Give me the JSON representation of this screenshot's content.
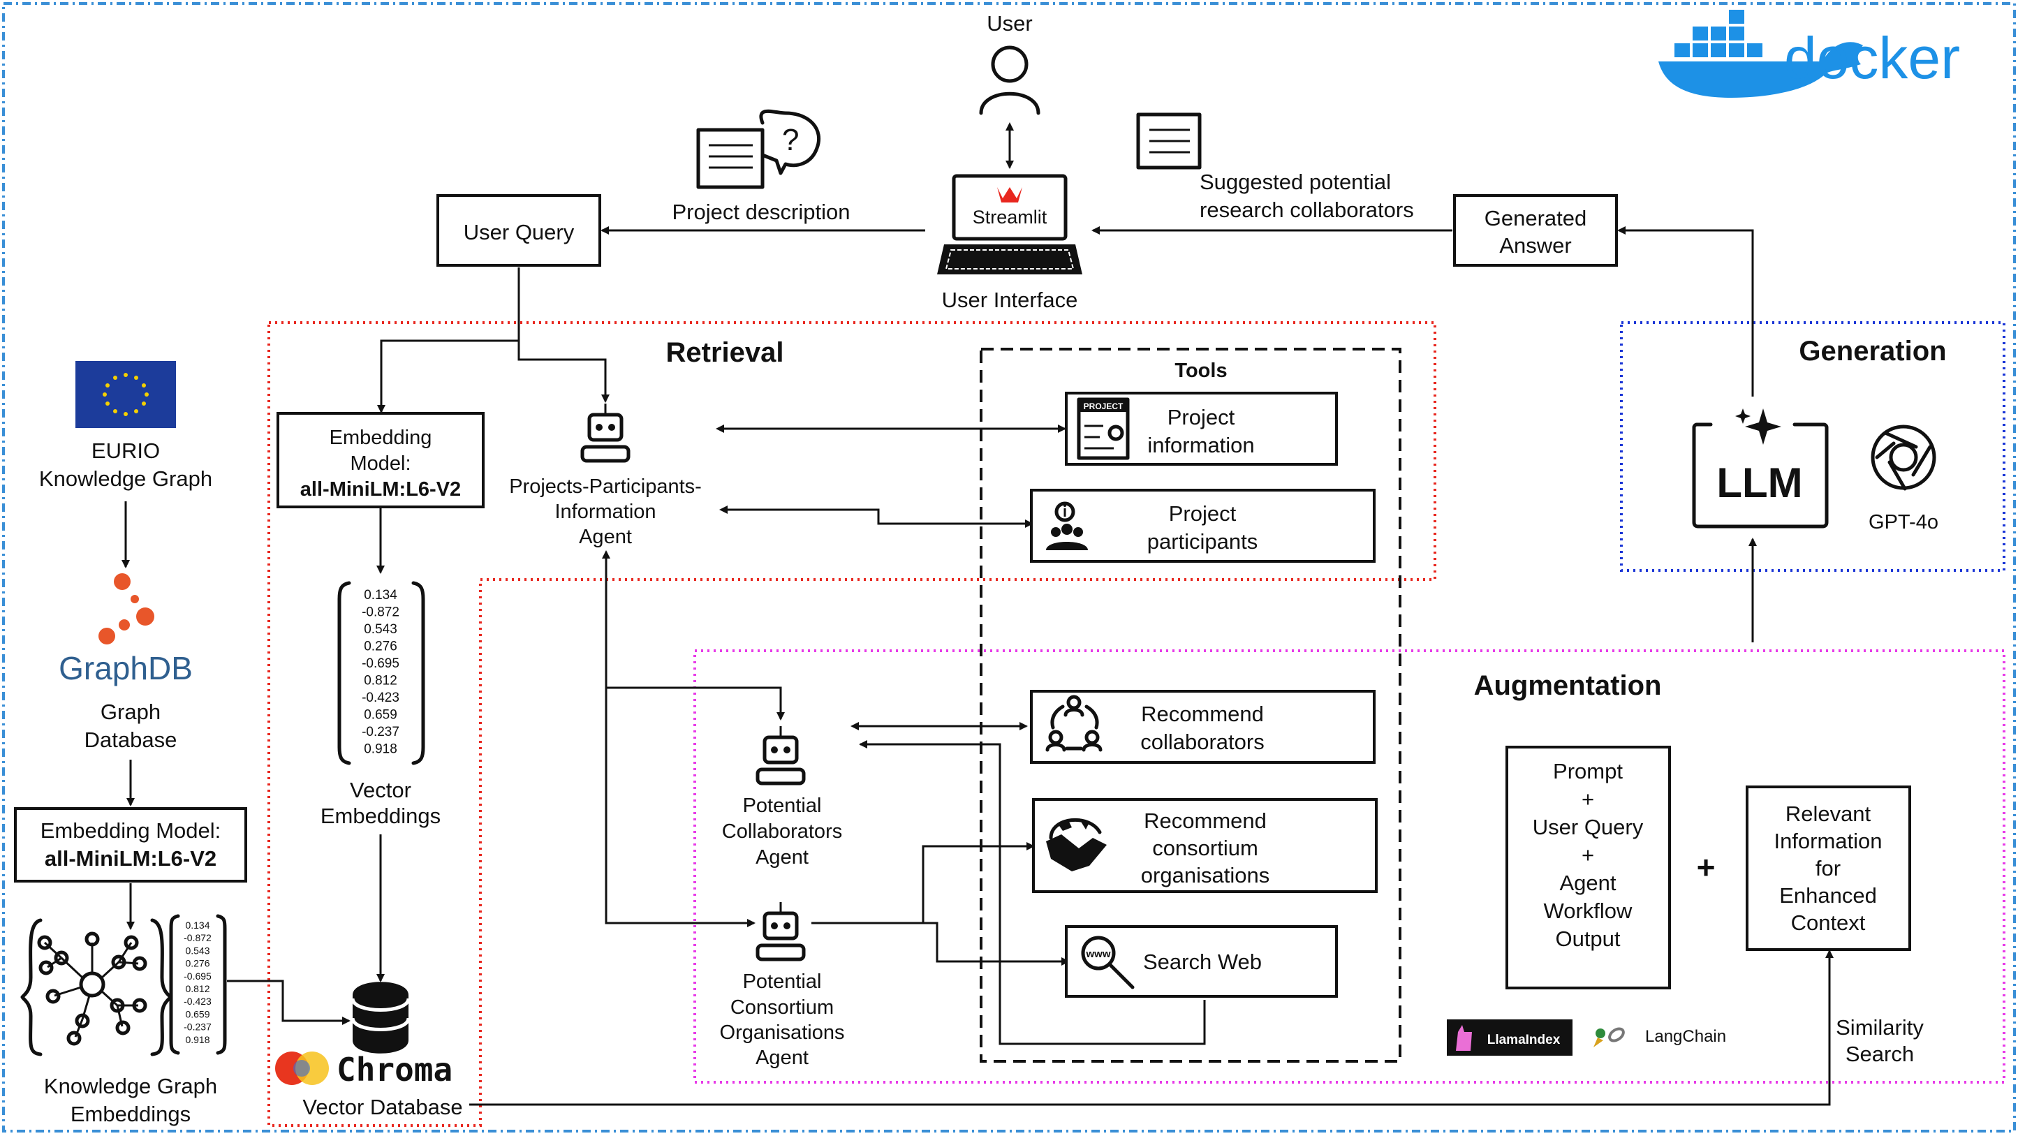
{
  "user": {
    "label": "User"
  },
  "ui": {
    "label": "User Interface",
    "app": "Streamlit"
  },
  "docker": {
    "logo_text": "docker",
    "color": "#1d91e6"
  },
  "query": {
    "user_query": "User Query",
    "project_description": "Project description",
    "suggested_line1": "Suggested potential",
    "suggested_line2": "research collaborators",
    "generated_line1": "Generated",
    "generated_line2": "Answer"
  },
  "sections": {
    "retrieval": "Retrieval",
    "generation": "Generation",
    "augmentation": "Augmentation",
    "tools": "Tools",
    "colors": {
      "retrieval": "#e8271f",
      "generation": "#1a35d6",
      "augmentation": "#e83ae8"
    }
  },
  "eurio": {
    "line1": "EURIO",
    "line2": "Knowledge Graph",
    "flag_color": "#1c3c9b",
    "star_color": "#f5d000"
  },
  "graphdb": {
    "logo": "GraphDB",
    "line1": "Graph",
    "line2": "Database",
    "dot_color": "#e8562a",
    "logo_color": "#2f5f8f"
  },
  "embedding_left": {
    "line1": "Embedding Model:",
    "line2": "all-MiniLM:L6-V2"
  },
  "kg_embeddings": {
    "line1": "Knowledge Graph",
    "line2": "Embeddings"
  },
  "embedding_center": {
    "line1": "Embedding",
    "line2": "Model:",
    "line3": "all-MiniLM:L6-V2"
  },
  "vector_values": [
    "0.134",
    "-0.872",
    "0.543",
    "0.276",
    "-0.695",
    "0.812",
    "-0.423",
    "0.659",
    "-0.237",
    "0.918"
  ],
  "vector_embeddings": {
    "line1": "Vector",
    "line2": "Embeddings"
  },
  "vector_db": {
    "logo": "Chroma",
    "label": "Vector Database"
  },
  "agents": {
    "ppi": {
      "line1": "Projects-Participants-",
      "line2": "Information",
      "line3": "Agent"
    },
    "pca": {
      "line1": "Potential",
      "line2": "Collaborators",
      "line3": "Agent"
    },
    "pcoa": {
      "line1": "Potential",
      "line2": "Consortium",
      "line3": "Organisations",
      "line4": "Agent"
    }
  },
  "tools": {
    "project_info": {
      "line1": "Project",
      "line2": "information",
      "badge": "PROJECT"
    },
    "project_participants": {
      "line1": "Project",
      "line2": "participants"
    },
    "recommend_collaborators": {
      "line1": "Recommend",
      "line2": "collaborators"
    },
    "recommend_consortium": {
      "line1": "Recommend",
      "line2": "consortium",
      "line3": "organisations"
    },
    "search_web": {
      "label": "Search Web",
      "icon_text": "www"
    }
  },
  "llm": {
    "label": "LLM",
    "model": "GPT-4o"
  },
  "augmentation_box": {
    "lines": [
      "Prompt",
      "+",
      "User Query",
      "+",
      "Agent",
      "Workflow",
      "Output"
    ],
    "plus": "+",
    "context_lines": [
      "Relevant",
      "Information",
      "for",
      "Enhanced",
      "Context"
    ]
  },
  "similarity": {
    "line1": "Similarity",
    "line2": "Search"
  },
  "logos": {
    "llamaindex": "LlamaIndex",
    "langchain": "LangChain"
  }
}
